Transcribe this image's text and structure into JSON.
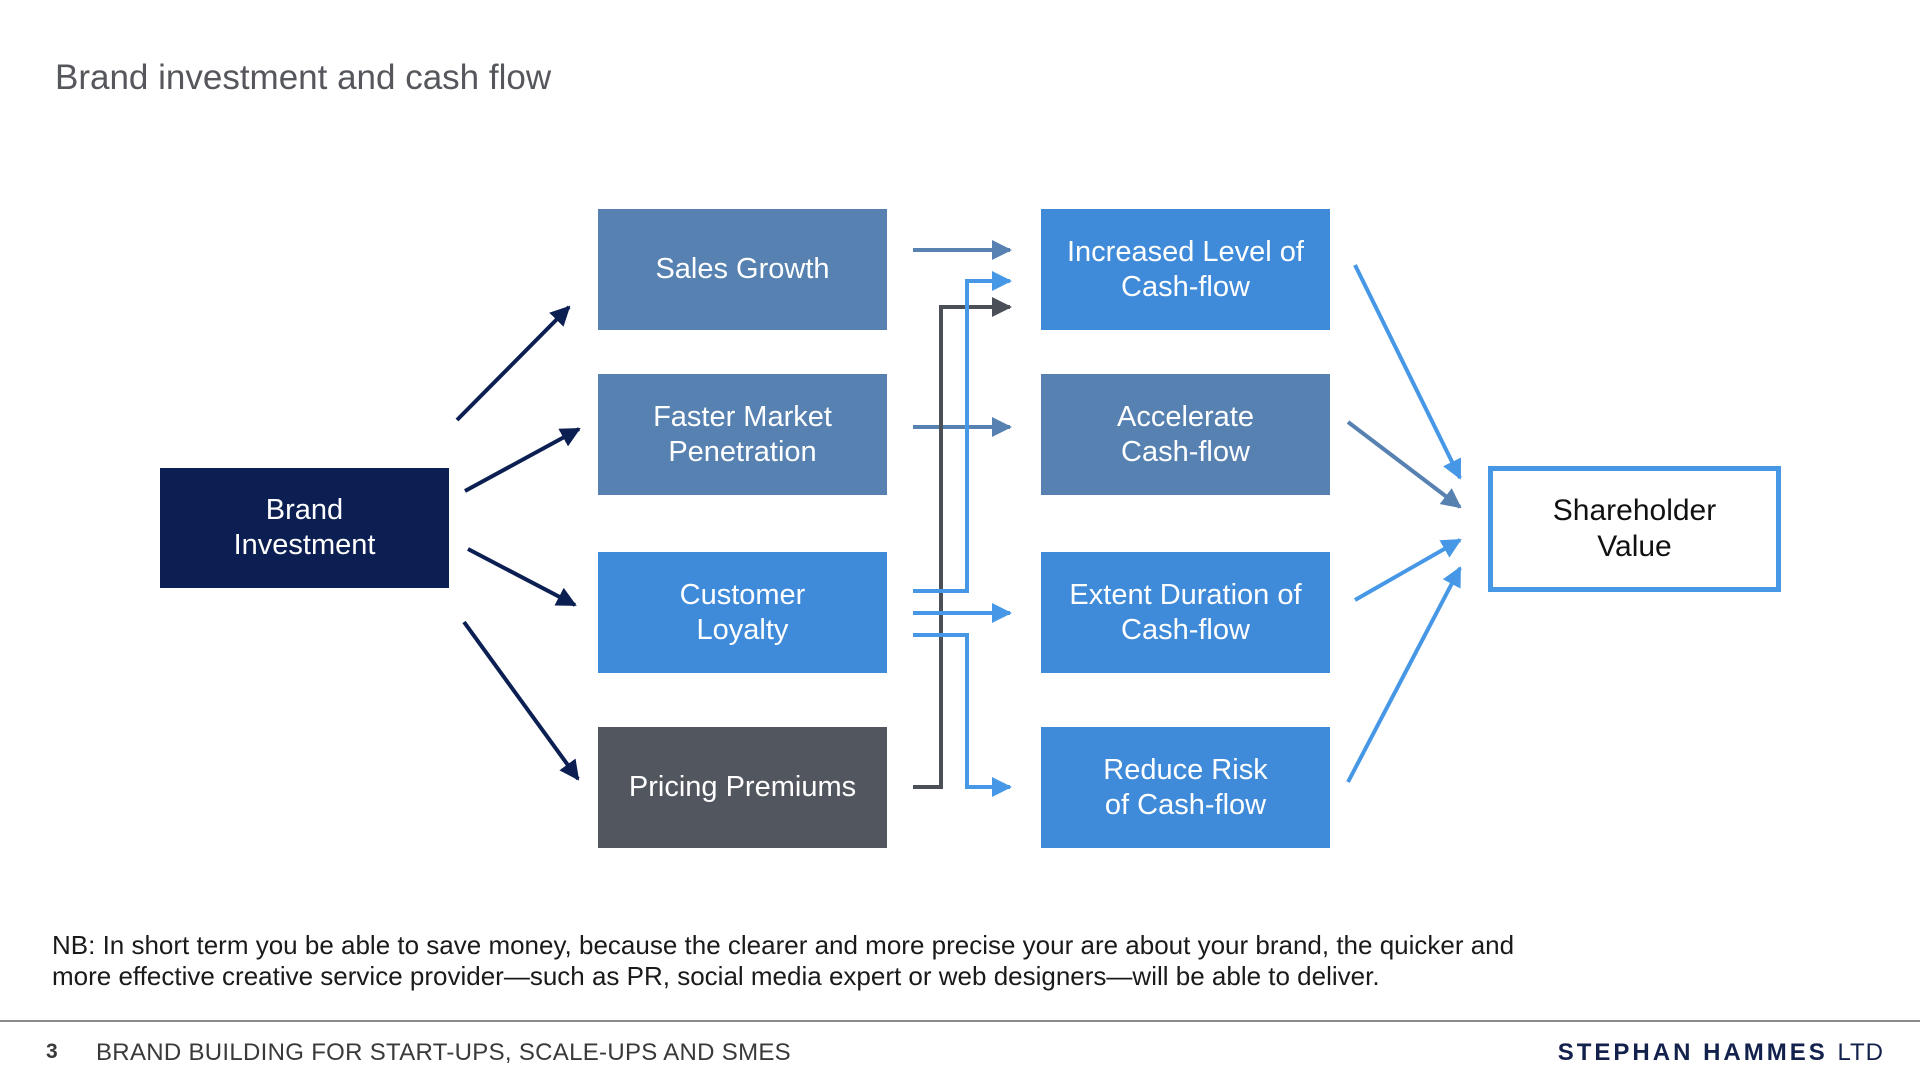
{
  "slide": {
    "title": "Brand investment and cash flow"
  },
  "diagram": {
    "source": {
      "label": "Brand\nInvestment"
    },
    "drivers": [
      {
        "label": "Sales Growth"
      },
      {
        "label": "Faster Market\nPenetration"
      },
      {
        "label": "Customer\nLoyalty"
      },
      {
        "label": "Pricing Premiums"
      }
    ],
    "cashflow_effects": [
      {
        "label": "Increased Level of\nCash-flow"
      },
      {
        "label": "Accelerate\nCash-flow"
      },
      {
        "label": "Extent Duration of\nCash-flow"
      },
      {
        "label": "Reduce Risk\nof Cash-flow"
      }
    ],
    "outcome": {
      "label": "Shareholder\nValue"
    },
    "colors": {
      "navy": "#0b1f52",
      "steel_blue": "#5681b0",
      "bright_blue": "#3f8bd9",
      "slate_gray": "#52565f",
      "outline_blue": "#4698e6"
    }
  },
  "note": "NB: In short term you be able to save money, because the clearer and more precise your are about your brand, the quicker and more effective creative service provider—such as PR, social media expert or web designers—will be able to deliver.",
  "footer": {
    "page_number": "3",
    "subtitle": "BRAND BUILDING FOR START-UPS, SCALE-UPS  AND SMES",
    "company_name": "STEPHAN HAMMES",
    "company_suffix": "LTD"
  }
}
